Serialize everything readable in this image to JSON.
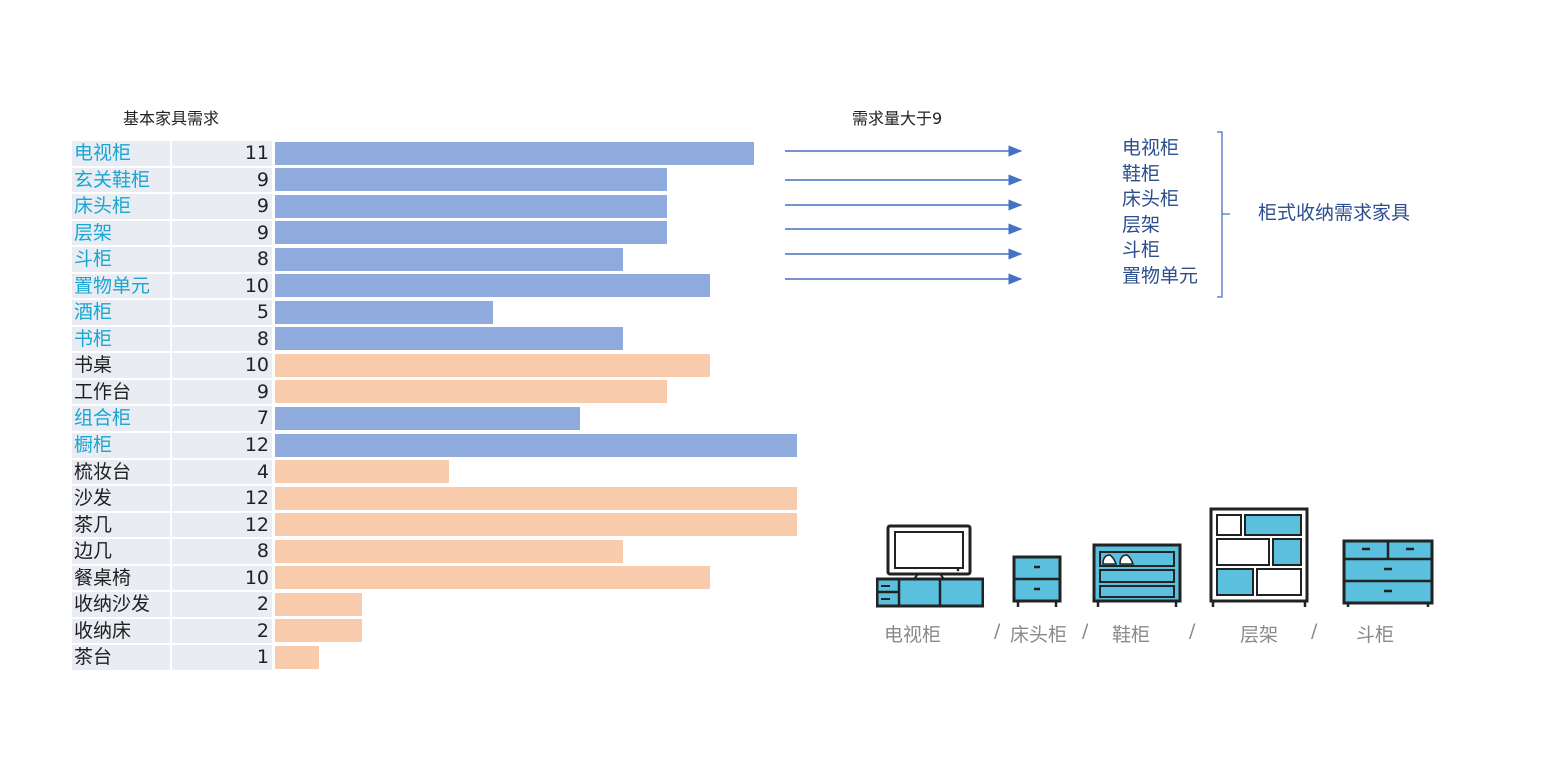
{
  "chart_data": {
    "type": "bar",
    "orientation": "horizontal",
    "title": "基本家具需求",
    "categories": [
      "电视柜",
      "玄关鞋柜",
      "床头柜",
      "层架",
      "斗柜",
      "置物单元",
      "酒柜",
      "书柜",
      "书桌",
      "工作台",
      "组合柜",
      "橱柜",
      "梳妆台",
      "沙发",
      "茶几",
      "边几",
      "餐桌椅",
      "收纳沙发",
      "收纳床",
      "茶台"
    ],
    "values": [
      11,
      9,
      9,
      9,
      8,
      10,
      5,
      8,
      10,
      9,
      7,
      12,
      4,
      12,
      12,
      8,
      10,
      2,
      2,
      1
    ],
    "is_cabinet": [
      true,
      true,
      true,
      true,
      true,
      true,
      true,
      true,
      false,
      false,
      true,
      true,
      false,
      false,
      false,
      false,
      false,
      false,
      false,
      false
    ],
    "xlim": [
      0,
      12
    ],
    "colors": {
      "cabinet": "#8faadc",
      "other": "#f8cbad",
      "cabinet_text": "#19a6d2",
      "other_text": "#1f1f1f"
    },
    "grid": false
  },
  "right_panel": {
    "title": "需求量大于9",
    "arrow_count": 6,
    "cabinet_list": [
      "电视柜",
      "鞋柜",
      "床头柜",
      "层架",
      "斗柜",
      "置物单元"
    ],
    "group_label": "柜式收纳需求家具",
    "accent": "#4472c4",
    "text_color": "#2d4f8e"
  },
  "illustration": {
    "icons": [
      "tv-cabinet-icon",
      "bedside-cabinet-icon",
      "shoe-cabinet-icon",
      "shelf-icon",
      "chest-of-drawers-icon"
    ],
    "captions": [
      "电视柜",
      "床头柜",
      "鞋柜",
      "层架",
      "斗柜"
    ],
    "separator": "/",
    "fill": "#5bc0de",
    "stroke": "#222222",
    "caption_color": "#8a8a8a"
  }
}
